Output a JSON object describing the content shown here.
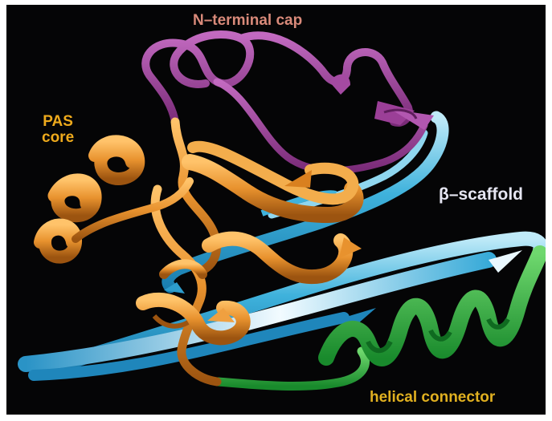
{
  "labels": {
    "n_terminal_cap": "N–terminal cap",
    "pas_core_line1": "PAS",
    "pas_core_line2": "core",
    "beta_scaffold": "β–scaffold",
    "helical_connector": "helical connector"
  },
  "colors": {
    "background": "#050506",
    "n_terminal_cap": "#9b3f97",
    "n_terminal_cap_label": "#d98a7a",
    "pas_core": "#e8922e",
    "pas_core_label": "#eeaa1c",
    "beta_scaffold": "#3fb2dc",
    "beta_scaffold_label": "#e6e6f2",
    "helical_connector": "#2eb04a",
    "helical_connector_label": "#e0b020"
  }
}
